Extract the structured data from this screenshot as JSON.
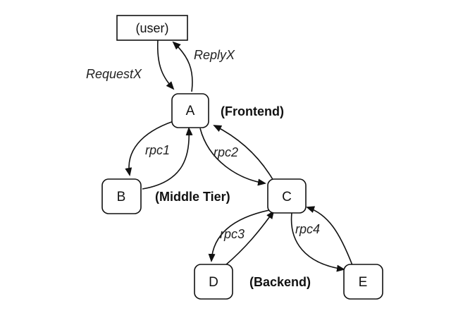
{
  "nodes": {
    "user": "(user)",
    "a": "A",
    "b": "B",
    "c": "C",
    "d": "D",
    "e": "E"
  },
  "edges": {
    "request": "RequestX",
    "reply": "ReplyX",
    "rpc1": "rpc1",
    "rpc2": "rpc2",
    "rpc3": "rpc3",
    "rpc4": "rpc4"
  },
  "tiers": {
    "frontend": "(Frontend)",
    "middle": "(Middle Tier)",
    "backend": "(Backend)"
  },
  "colors": {
    "line": "#111111",
    "background": "#ffffff"
  }
}
